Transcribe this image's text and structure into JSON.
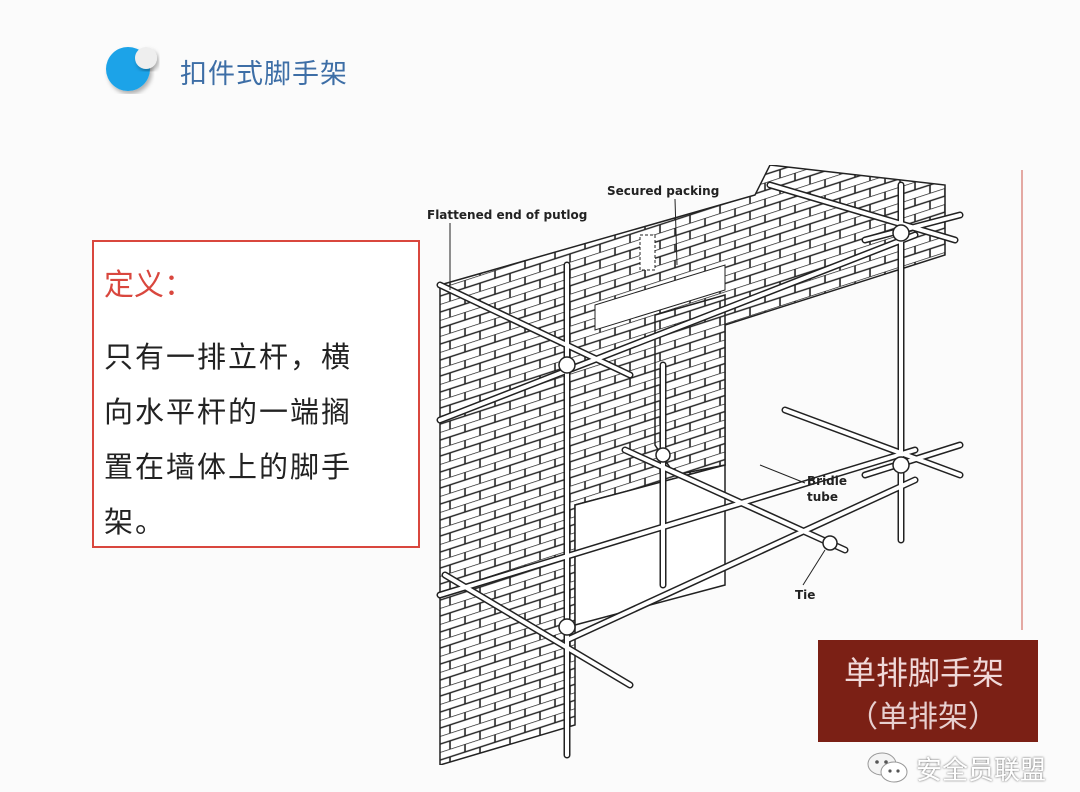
{
  "header": {
    "title": "扣件式脚手架",
    "logo_icon": "blue-circle-bullet-icon"
  },
  "definition": {
    "label": "定义：",
    "text": "只有一排立杆，横向水平杆的一端搁置在墙体上的脚手架。"
  },
  "diagram": {
    "labels": {
      "putlog": "Flattened end of putlog",
      "packing": "Secured packing",
      "bridle1": "Bridle",
      "bridle2": "tube",
      "tie": "Tie"
    }
  },
  "caption": {
    "line1": "单排脚手架",
    "line2": "（单排架）"
  },
  "watermark": {
    "text": "安全员联盟",
    "icon": "wechat-icon"
  },
  "colors": {
    "title": "#3d6ea6",
    "accent_red": "#d9473e",
    "caption_bg": "#7b2015",
    "logo_blue": "#1aa3e8"
  }
}
